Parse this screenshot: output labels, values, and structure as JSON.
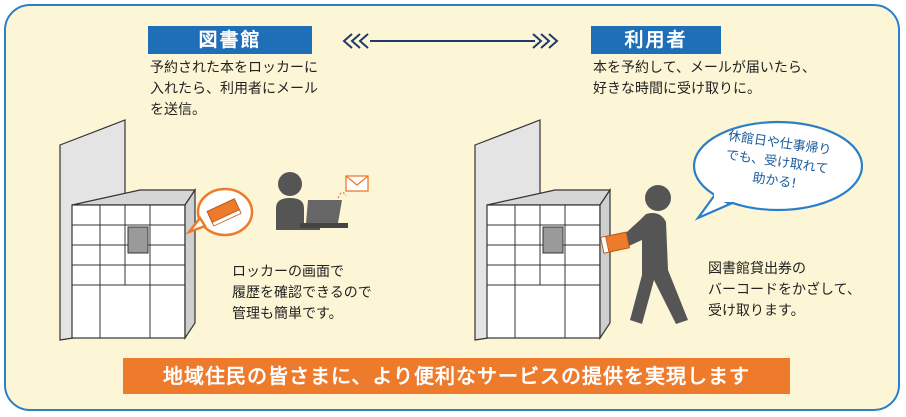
{
  "library": {
    "label": "図書館",
    "desc": [
      "予約された本をロッカーに",
      "入れたら、利用者にメール",
      "を送信。"
    ],
    "note": [
      "ロッカーの画面で",
      "履歴を確認できるので",
      "管理も簡単です。"
    ]
  },
  "user": {
    "label": "利用者",
    "desc": [
      "本を予約して、メールが届いたら、",
      "好きな時間に受け取りに。"
    ],
    "note": [
      "図書館貸出券の",
      "バーコードをかざして、",
      "受け取ります。"
    ],
    "bubble": [
      "休館日や仕事帰り",
      "でも、受け取れて",
      "助かる!"
    ]
  },
  "banner": "地域住民の皆さまに、より便利なサービスの提供を実現します",
  "colors": {
    "accent_blue": "#1f6fb8",
    "accent_orange": "#ee7a2c",
    "background": "#fdf6d6"
  },
  "icons": [
    "double-arrow-icon",
    "book-icon",
    "mail-icon",
    "person-laptop-icon",
    "walking-person-icon",
    "locker-icon"
  ]
}
